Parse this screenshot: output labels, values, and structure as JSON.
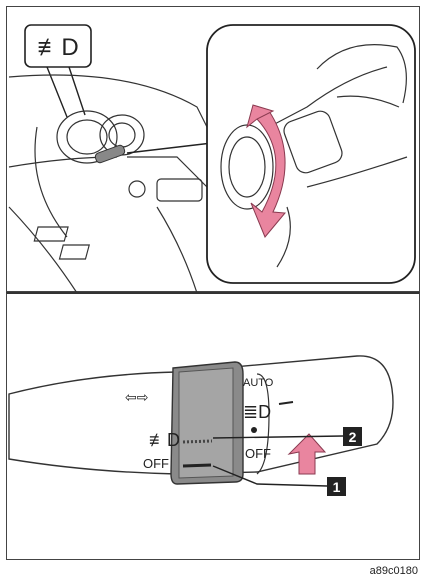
{
  "top_panel": {
    "callout_symbol": "≢D"
  },
  "bottom_panel": {
    "labels": {
      "auto": "AUTO",
      "off_right": "OFF",
      "off_left": "OFF",
      "fog_symbol": "≢D",
      "headlight_symbol": "≣D",
      "turn_symbol": "⇦⇨"
    },
    "callouts": [
      "1",
      "2"
    ]
  },
  "caption": "a89c0180",
  "colors": {
    "pink_arrow": "#e9859f",
    "gray_ring": "#8a8a8a",
    "callout_box": "#222222"
  }
}
